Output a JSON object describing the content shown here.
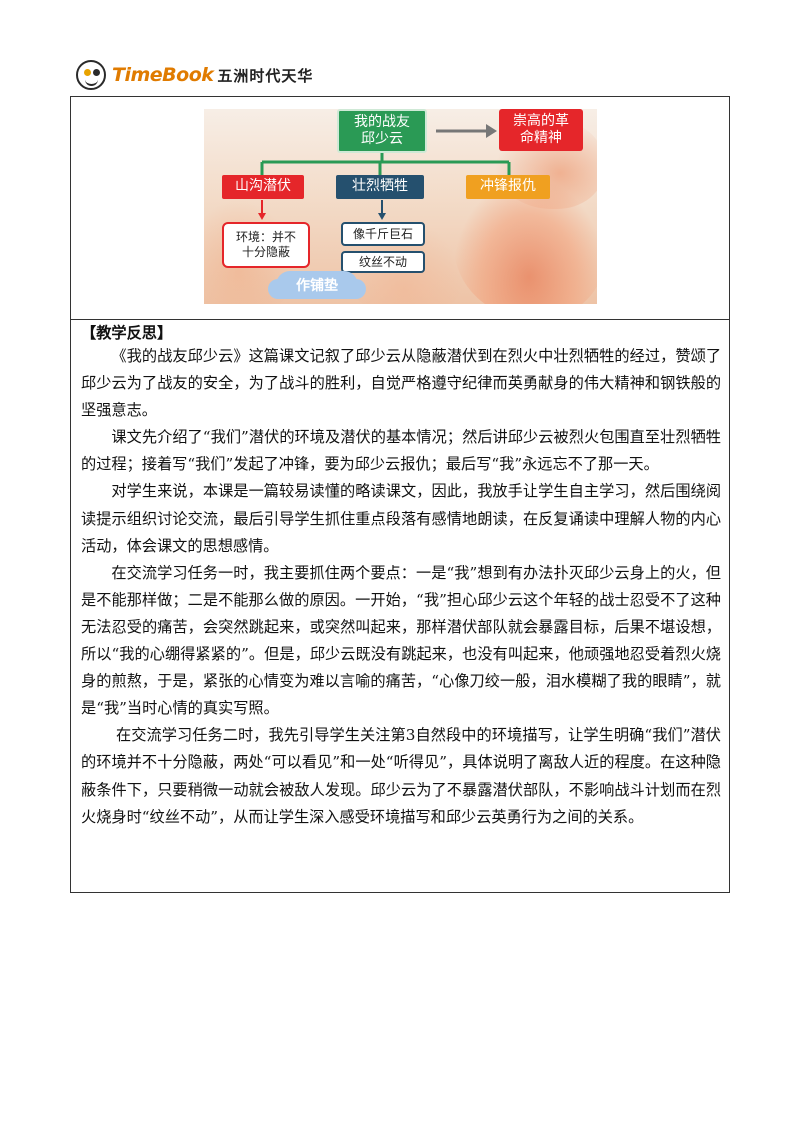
{
  "header": {
    "brand_en": "TimeBook",
    "brand_cn": "五洲时代天华"
  },
  "diagram": {
    "main": "我的战友\n邱少云",
    "spirit": "崇高的革\n命精神",
    "ambush": "山沟潜伏",
    "sacrifice": "壮烈牺牲",
    "charge": "冲锋报仇",
    "environment": "环境：并不\n十分隐蔽",
    "rock": "像千斤巨石",
    "still": "纹丝不动",
    "foreshadow": "作铺垫",
    "colors": {
      "green": "#2a9a55",
      "red": "#e5262a",
      "navy": "#25506e",
      "orange": "#f0a020",
      "cloud": "#a9c9ec"
    }
  },
  "reflection": {
    "heading": "【教学反思】",
    "paragraphs": [
      "《我的战友邱少云》这篇课文记叙了邱少云从隐蔽潜伏到在烈火中壮烈牺牲的经过，赞颂了邱少云为了战友的安全，为了战斗的胜利，自觉严格遵守纪律而英勇献身的伟大精神和钢铁般的坚强意志。",
      "课文先介绍了“我们”潜伏的环境及潜伏的基本情况；然后讲邱少云被烈火包围直至壮烈牺牲的过程；接着写“我们”发起了冲锋，要为邱少云报仇；最后写“我”永远忘不了那一天。",
      "对学生来说，本课是一篇较易读懂的略读课文，因此，我放手让学生自主学习，然后围绕阅读提示组织讨论交流，最后引导学生抓住重点段落有感情地朗读，在反复诵读中理解人物的内心活动，体会课文的思想感情。",
      "在交流学习任务一时，我主要抓住两个要点：一是“我”想到有办法扑灭邱少云身上的火，但是不能那样做；二是不能那么做的原因。一开始，“我”担心邱少云这个年轻的战士忍受不了这种无法忍受的痛苦，会突然跳起来，或突然叫起来，那样潜伏部队就会暴露目标，后果不堪设想，所以“我的心绷得紧紧的”。但是，邱少云既没有跳起来，也没有叫起来，他顽强地忍受着烈火烧身的煎熬，于是，紧张的心情变为难以言喻的痛苦，“心像刀绞一般，泪水模糊了我的眼睛”，就是“我”当时心情的真实写照。",
      "在交流学习任务二时，我先引导学生关注第3自然段中的环境描写，让学生明确“我们”潜伏的环境并不十分隐蔽，两处“可以看见”和一处“听得见”，具体说明了离敌人近的程度。在这种隐蔽条件下，只要稍微一动就会被敌人发现。邱少云为了不暴露潜伏部队，不影响战斗计划而在烈火烧身时“纹丝不动”，从而让学生深入感受环境描写和邱少云英勇行为之间的关系。"
    ]
  }
}
